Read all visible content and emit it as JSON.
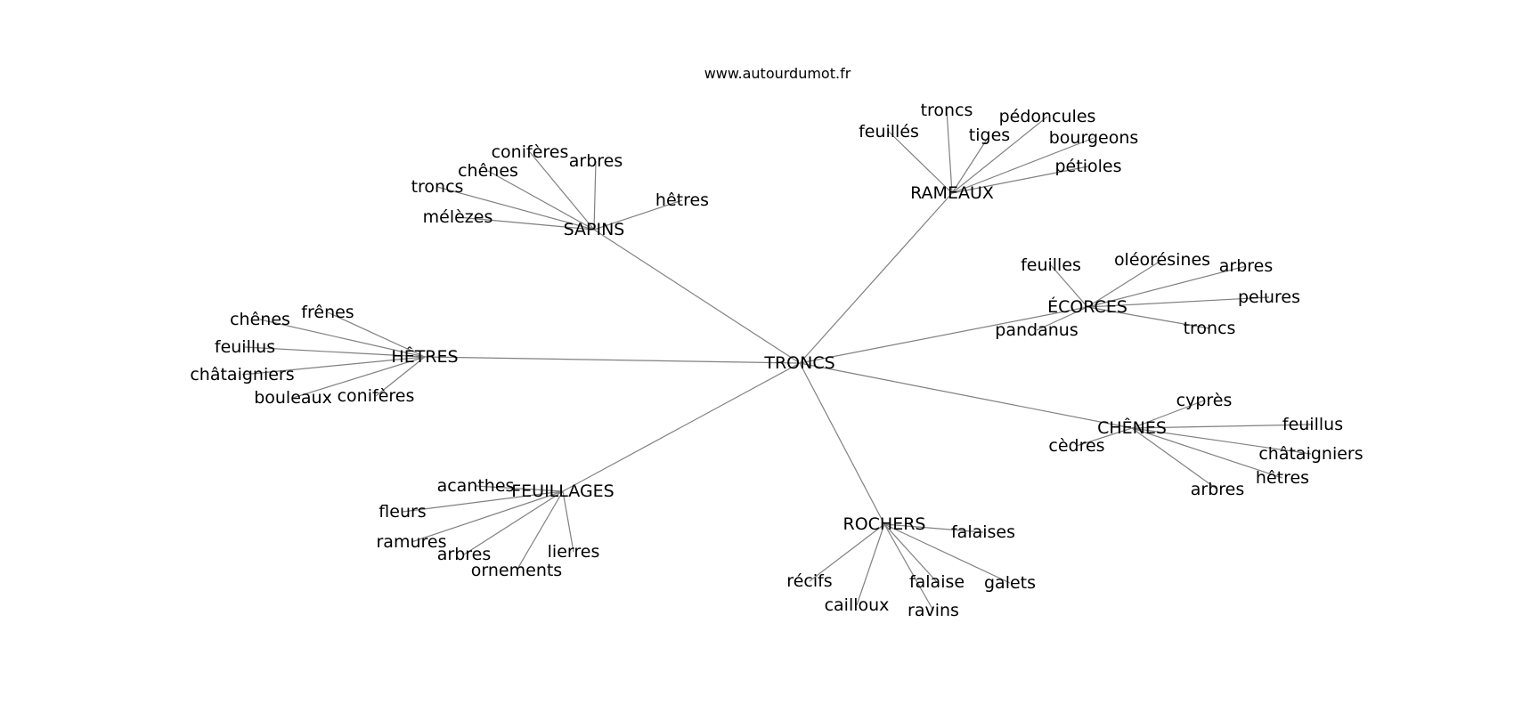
{
  "credit": "www.autourdumot.fr",
  "center": "TRONCS",
  "branches": [
    {
      "id": "sapins",
      "label": "SAPINS",
      "leaves": [
        "conifères",
        "arbres",
        "chênes",
        "troncs",
        "mélèzes",
        "hêtres"
      ]
    },
    {
      "id": "rameaux",
      "label": "RAMEAUX",
      "leaves": [
        "troncs",
        "feuillés",
        "tiges",
        "pédoncules",
        "bourgeons",
        "pétioles"
      ]
    },
    {
      "id": "ecorces",
      "label": "ÉCORCES",
      "leaves": [
        "feuilles",
        "oléorésines",
        "arbres",
        "pelures",
        "pandanus",
        "troncs"
      ]
    },
    {
      "id": "hetres",
      "label": "HÊTRES",
      "leaves": [
        "chênes",
        "frênes",
        "feuillus",
        "châtaigniers",
        "bouleaux",
        "conifères"
      ]
    },
    {
      "id": "chenes",
      "label": "CHÊNES",
      "leaves": [
        "cyprès",
        "feuillus",
        "cèdres",
        "châtaigniers",
        "hêtres",
        "arbres"
      ]
    },
    {
      "id": "feuillages",
      "label": "FEUILLAGES",
      "leaves": [
        "acanthes",
        "fleurs",
        "ramures",
        "arbres",
        "lierres",
        "ornements"
      ]
    },
    {
      "id": "rochers",
      "label": "ROCHERS",
      "leaves": [
        "falaises",
        "récifs",
        "cailloux",
        "falaise",
        "galets",
        "ravins"
      ]
    }
  ]
}
